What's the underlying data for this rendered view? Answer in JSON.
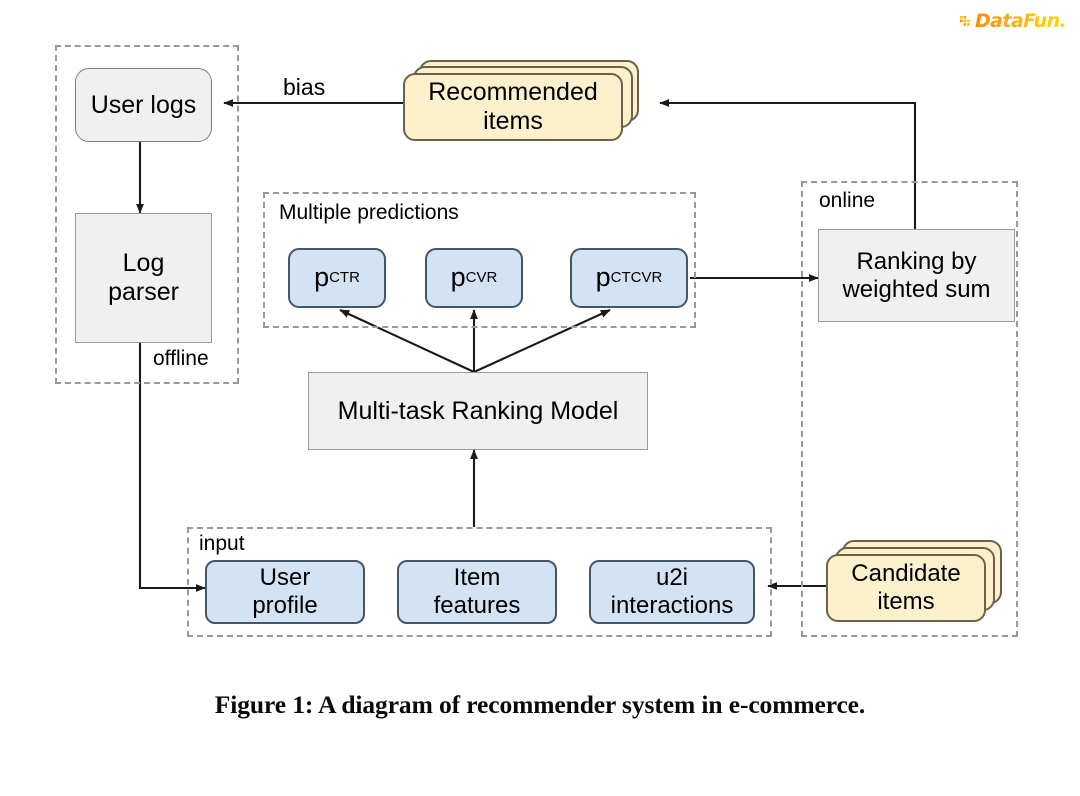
{
  "figure": {
    "caption": "Figure 1: A diagram of recommender system in e-commerce."
  },
  "logo": {
    "name": "DataFun.",
    "accent_start": "#ff8a00",
    "accent_end": "#ffd400"
  },
  "groups": {
    "offline": {
      "label": "offline"
    },
    "predictions": {
      "label": "Multiple predictions"
    },
    "input": {
      "label": "input"
    },
    "online": {
      "label": "online"
    }
  },
  "nodes": {
    "user_logs": {
      "label": "User logs"
    },
    "log_parser": {
      "label": "Log\nparser"
    },
    "recommended_items": {
      "label": "Recommended\nitems"
    },
    "ranking": {
      "label": "Ranking by\nweighted sum"
    },
    "candidate_items": {
      "label": "Candidate\nitems"
    },
    "model": {
      "label": "Multi-task Ranking Model"
    },
    "p_ctr": {
      "base": "p",
      "sub": "CTR"
    },
    "p_cvr": {
      "base": "p",
      "sub": "CVR"
    },
    "p_ctcvr": {
      "base": "p",
      "sub": "CTCVR"
    },
    "user_profile": {
      "label": "User\nprofile"
    },
    "item_features": {
      "label": "Item\nfeatures"
    },
    "u2i": {
      "label": "u2i\ninteractions"
    }
  },
  "edges": {
    "bias": {
      "label": "bias"
    }
  },
  "colors": {
    "node_gray_fill": "#f0f0f0",
    "node_gray_stroke": "#9a9a9a",
    "node_blue_fill": "#d4e3f3",
    "node_blue_stroke": "#44546a",
    "node_yellow_fill": "#fdf0cd",
    "node_yellow_stroke": "#6b6149",
    "group_dash": "#999999",
    "wire": "#1a1a1a"
  }
}
